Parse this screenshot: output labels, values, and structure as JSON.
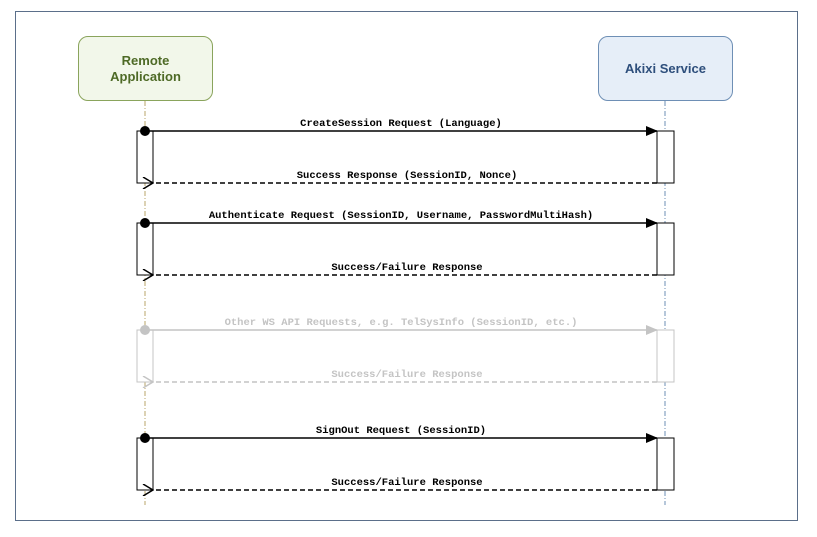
{
  "actors": {
    "left": "Remote\nApplication",
    "right": "Akixi Service"
  },
  "messages": [
    {
      "request": "CreateSession Request (Language)",
      "response": "Success Response (SessionID, Nonce)",
      "faded": false
    },
    {
      "request": "Authenticate Request (SessionID, Username, PasswordMultiHash)",
      "response": "Success/Failure Response",
      "faded": false
    },
    {
      "request": "Other WS API Requests, e.g. TelSysInfo (SessionID, etc.)",
      "response": "Success/Failure Response",
      "faded": true
    },
    {
      "request": "SignOut Request (SessionID)",
      "response": "Success/Failure Response",
      "faded": false
    }
  ],
  "colors": {
    "frame": "#5b6f8a",
    "left_fill": "#f2f7ea",
    "left_border": "#8aa45c",
    "left_text": "#4e6a26",
    "right_fill": "#e6eef8",
    "right_border": "#6e8fb5",
    "right_text": "#2e4f7c",
    "ink": "#000000",
    "faded": "#c4c4c4"
  }
}
